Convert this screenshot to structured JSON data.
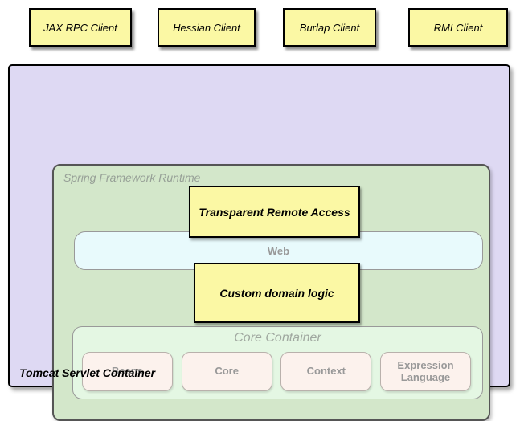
{
  "clients": [
    {
      "label": "JAX RPC Client"
    },
    {
      "label": "Hessian Client"
    },
    {
      "label": "Burlap Client"
    },
    {
      "label": "RMI Client"
    }
  ],
  "tomcat": {
    "label": "Tomcat Servlet Container"
  },
  "spring_runtime": {
    "label": "Spring Framework Runtime"
  },
  "remote_access": {
    "label": "Transparent Remote Access"
  },
  "web": {
    "label": "Web"
  },
  "domain_logic": {
    "label": "Custom domain logic"
  },
  "core_container": {
    "label": "Core Container",
    "modules": [
      {
        "label": "Beans"
      },
      {
        "label": "Core"
      },
      {
        "label": "Context"
      },
      {
        "label": "Expression Language"
      }
    ]
  },
  "colors": {
    "client_box": "#FBF8A4",
    "tomcat_bg": "#DED9F3",
    "runtime_bg": "#D3E7CA",
    "web_bg": "#E8FAFC",
    "core_bg": "#E4F7E3",
    "module_bg": "#FCF2ED",
    "muted_text": "#999999",
    "border_black": "#000000"
  }
}
